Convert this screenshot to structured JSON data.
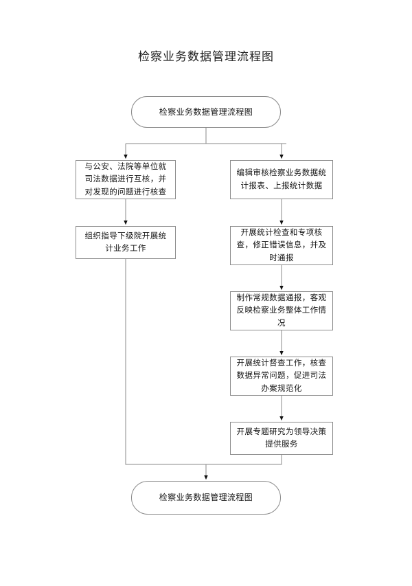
{
  "page": {
    "title": "检察业务数据管理流程图",
    "background_color": "#ffffff",
    "line_color": "#8a8a8a",
    "text_color": "#141414"
  },
  "chart_data": {
    "type": "diagram",
    "diagram_type": "flowchart",
    "title": "检察业务数据管理流程图",
    "orientation": "top-to-bottom",
    "nodes": [
      {
        "id": "start",
        "shape": "terminator",
        "label": "检察业务数据管理流程图"
      },
      {
        "id": "left-1",
        "shape": "process",
        "label": "与公安、法院等单位就司法数据进行互核，并对发现的问题进行核查"
      },
      {
        "id": "left-2",
        "shape": "process",
        "label": "组织指导下级院开展统计业务工作"
      },
      {
        "id": "right-1",
        "shape": "process",
        "label": "编辑审核检察业务数据统计报表、上报统计数据"
      },
      {
        "id": "right-2",
        "shape": "process",
        "label": "开展统计检查和专项核查，修正错误信息，并及时通报"
      },
      {
        "id": "right-3",
        "shape": "process",
        "label": "制作常规数据通报，客观反映检察业务整体工作情况"
      },
      {
        "id": "right-4",
        "shape": "process",
        "label": "开展统计督查工作，核查数据异常问题，促进司法办案规范化"
      },
      {
        "id": "right-5",
        "shape": "process",
        "label": "开展专题研究为领导决策提供服务"
      },
      {
        "id": "end",
        "shape": "terminator",
        "label": "检察业务数据管理流程图"
      }
    ],
    "edges": [
      {
        "from": "start",
        "to": "left-1",
        "arrow": true
      },
      {
        "from": "start",
        "to": "right-1",
        "arrow": true
      },
      {
        "from": "left-1",
        "to": "left-2",
        "arrow": true
      },
      {
        "from": "right-1",
        "to": "right-2",
        "arrow": true
      },
      {
        "from": "right-2",
        "to": "right-3",
        "arrow": true
      },
      {
        "from": "right-3",
        "to": "right-4",
        "arrow": true
      },
      {
        "from": "right-4",
        "to": "right-5",
        "arrow": true
      },
      {
        "from": "left-2",
        "to": "end",
        "arrow": true
      },
      {
        "from": "right-5",
        "to": "end",
        "arrow": true
      }
    ]
  },
  "nodes": {
    "start": {
      "label": "检察业务数据管理流程图"
    },
    "left_1": {
      "label": "与公安、法院等单位就司法数据进行互核，并对发现的问题进行核查"
    },
    "left_2": {
      "label": "组织指导下级院开展统计业务工作"
    },
    "right_1": {
      "label": "编辑审核检察业务数据统计报表、上报统计数据"
    },
    "right_2": {
      "label": "开展统计检查和专项核查，修正错误信息，并及时通报"
    },
    "right_3": {
      "label": "制作常规数据通报，客观反映检察业务整体工作情况"
    },
    "right_4": {
      "label": "开展统计督查工作，核查数据异常问题，促进司法办案规范化"
    },
    "right_5": {
      "label": "开展专题研究为领导决策提供服务"
    },
    "end": {
      "label": "检察业务数据管理流程图"
    }
  }
}
